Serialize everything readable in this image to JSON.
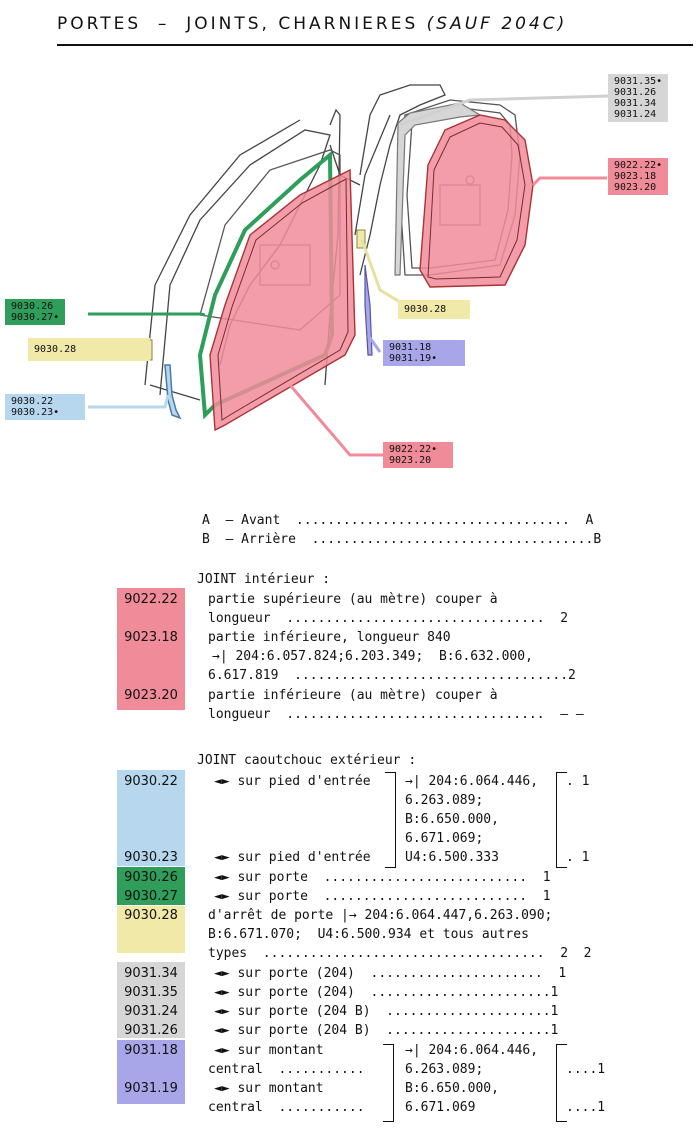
{
  "title": {
    "main": "PORTES  –  JOINTS, CHARNIERES",
    "paren": "(SAUF 204C)"
  },
  "colors": {
    "red": "#f08c9a",
    "green": "#2e9e5a",
    "yellow": "#f0e9a8",
    "blue": "#b7d7ee",
    "gray": "#d6d6d6",
    "purple": "#a8a6e8"
  },
  "callouts": {
    "gray_top": [
      "9031.35•",
      "9031.26",
      "9031.34",
      "9031.24"
    ],
    "red_top": [
      "9022.22•",
      "9023.18",
      "9023.20"
    ],
    "green_left": [
      "9030.26",
      "9030.27•"
    ],
    "yellow_left": "9030.28",
    "yellow_right": "9030.28",
    "purple_right": [
      "9031.18",
      "9031.19•"
    ],
    "blue_left": [
      "9030.22",
      "9030.23•"
    ],
    "red_bottom": [
      "9022.22•",
      "9023.20"
    ]
  },
  "legend": {
    "a": "A  – Avant  ...................................  A",
    "b": "B  – Arrière  ....................................B"
  },
  "sec1": {
    "heading": "JOINT intérieur :",
    "codes": [
      "9022.22",
      "9023.18",
      "9023.20"
    ],
    "lines": [
      "partie supérieure (au mètre) couper à",
      "longueur  .................................  2",
      "partie inférieure, longueur 840",
      "→| 204:6.057.824;6.203.349;  B:6.632.000,",
      "6.617.819  ...................................2",
      "partie inférieure (au mètre) couper à",
      "longueur  .................................  – –"
    ]
  },
  "sec2": {
    "heading": "JOINT caoutchouc extérieur :",
    "codes": [
      "9030.22",
      "9030.23",
      "9030.26",
      "9030.27",
      "9030.28"
    ],
    "pied1": "◄► sur pied d'entrée",
    "pied2": "◄► sur pied d'entrée",
    "ref_lines": [
      "→| 204:6.064.446,",
      "6.263.089;",
      "B:6.650.000,",
      "6.671.069;",
      "U4:6.500.333"
    ],
    "qty1": ". 1",
    "qty2": ". 1",
    "porte1": "◄► sur porte  ..........................  1",
    "porte2": "◄► sur porte  ..........................  1",
    "arret": [
      "d'arrêt de porte |→ 204:6.064.447,6.263.090;",
      "B:6.671.070;  U4:6.500.934 et tous autres",
      "types  ....................................  2  2"
    ]
  },
  "sec3": {
    "codes": [
      "9031.34",
      "9031.35",
      "9031.24",
      "9031.26",
      "9031.18",
      "9031.19"
    ],
    "rows": [
      "◄► sur porte (204)  ......................  1",
      "◄► sur porte (204)  .......................1",
      "◄► sur porte (204 B)  .....................1",
      "◄► sur porte (204 B)  .....................1"
    ],
    "montant1": [
      "◄► sur montant",
      "central  ..........."
    ],
    "montant2": [
      "◄► sur montant",
      "central  ..........."
    ],
    "ref_lines": [
      "→| 204:6.064.446,",
      "6.263.089;",
      "B:6.650.000,",
      "6.671.069"
    ],
    "qty1": "....1",
    "qty2": "....1"
  }
}
